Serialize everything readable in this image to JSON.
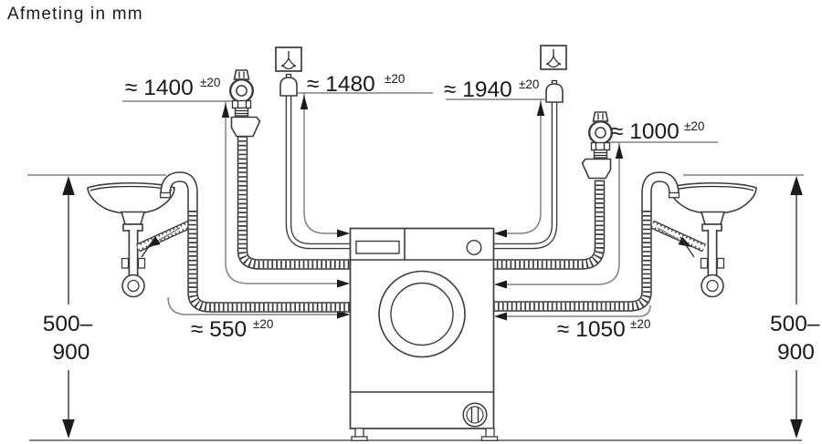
{
  "title": "Afmeting in mm",
  "unit": "mm",
  "dimensions": {
    "tap_height_left": {
      "value": "≈ 1400",
      "tolerance": "±20"
    },
    "socket_height_left": {
      "value": "≈ 1480",
      "tolerance": "±20"
    },
    "socket_height_right": {
      "value": "≈ 1940",
      "tolerance": "±20"
    },
    "tap_height_right": {
      "value": "≈ 1000",
      "tolerance": "±20"
    },
    "drain_run_left": {
      "value": "≈ 550",
      "tolerance": "±20"
    },
    "drain_run_right": {
      "value": "≈ 1050",
      "tolerance": "±20"
    },
    "drain_height_left": {
      "line1": "500–",
      "line2": "900"
    },
    "drain_height_right": {
      "line1": "500–",
      "line2": "900"
    }
  },
  "colors": {
    "background": "#ffffff",
    "drawing_line": "#3c3c3c",
    "dimension_line": "#828282",
    "text": "#1a1a1a"
  },
  "icons": {
    "left": [
      "tap-icon",
      "sink-symbol-icon",
      "power-plug-icon",
      "washbasin-with-siphon"
    ],
    "right": [
      "power-plug-icon",
      "tap-icon",
      "washbasin-with-siphon"
    ],
    "center": [
      "washing-machine-front"
    ]
  }
}
